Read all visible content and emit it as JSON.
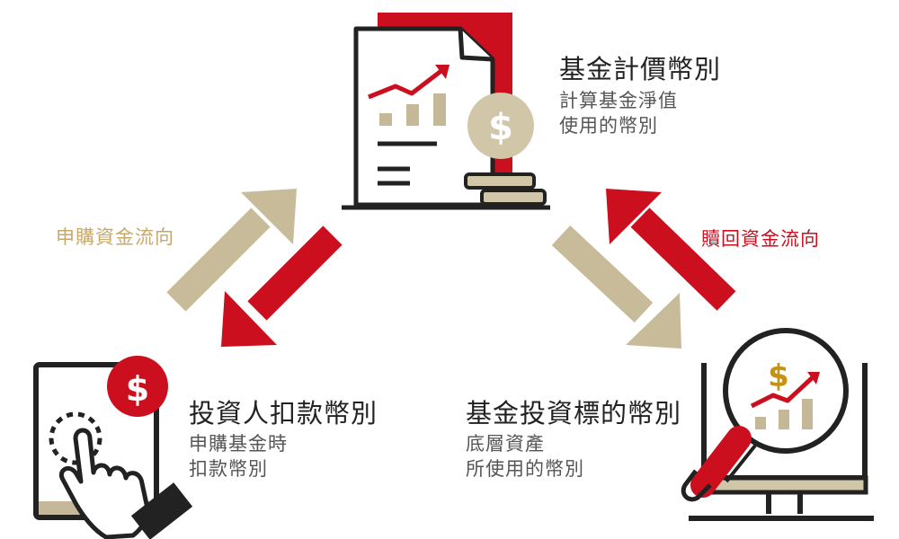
{
  "colors": {
    "red": "#cc0f1f",
    "tan": "#c8bb9a",
    "gold": "#c69214",
    "dark": "#222222",
    "coin_beige": "#d2c6a9",
    "bar_beige": "#c4b898"
  },
  "nodes": {
    "pricing": {
      "title": "基金計價幣別",
      "desc_line1": "計算基金淨值",
      "desc_line2": "使用的幣別"
    },
    "investor": {
      "title": "投資人扣款幣別",
      "desc_line1": "申購基金時",
      "desc_line2": "扣款幣別"
    },
    "target": {
      "title": "基金投資標的幣別",
      "desc_line1": "底層資產",
      "desc_line2": "所使用的幣別"
    }
  },
  "flows": {
    "subscription": "申購資金流向",
    "redemption": "贖回資金流向"
  },
  "icons": {
    "pricing": "fund-document-coin-icon",
    "investor": "tablet-tap-hand-icon",
    "target": "magnifier-monitor-chart-icon"
  }
}
